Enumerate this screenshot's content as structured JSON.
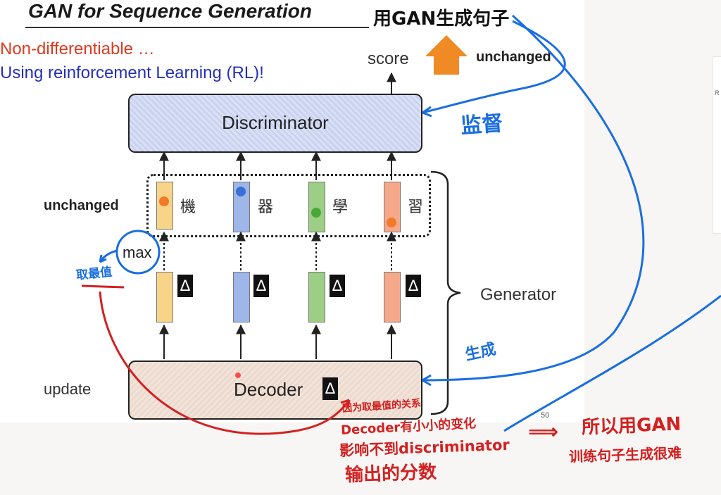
{
  "slide": {
    "title": "GAN for Sequence Generation",
    "line_red": "Non-differentiable …",
    "line_blue": "Using reinforcement Learning (RL)!",
    "score": "score",
    "unchanged_top": "unchanged",
    "unchanged_mid": "unchanged",
    "update": "update",
    "discriminator": "Discriminator",
    "decoder": "Decoder",
    "generator": "Generator",
    "max": "max",
    "delta": "Δ",
    "tokens": [
      "機",
      "器",
      "學",
      "習"
    ],
    "axis_tick": "50"
  },
  "annotations": {
    "title_note": "用GAN生成句子",
    "supervise": "监督",
    "generate": "生成",
    "take_max": "取最值",
    "reason": "因为取最值的关系",
    "note_line1": "Decoder有小小的变化",
    "note_line2": "影响不到discriminator",
    "note_line3": "输出的分数",
    "arrow": "⟹",
    "conclusion_line1": "所以用GAN",
    "conclusion_line2": "训练句子生成很难"
  },
  "colors": {
    "red_text": "#e03a1f",
    "blue_text": "#2430b8",
    "ink_blue": "#1a6ee0",
    "ink_red": "#d42020",
    "orange_arrow": "#f08a24",
    "token_colors": [
      "#f7d488",
      "#9fb6e8",
      "#9ccf85",
      "#f6a98a"
    ],
    "dot_colors": [
      "#f07a2a",
      "#3a6fd8",
      "#4aa83a",
      "#f07a2a"
    ]
  }
}
